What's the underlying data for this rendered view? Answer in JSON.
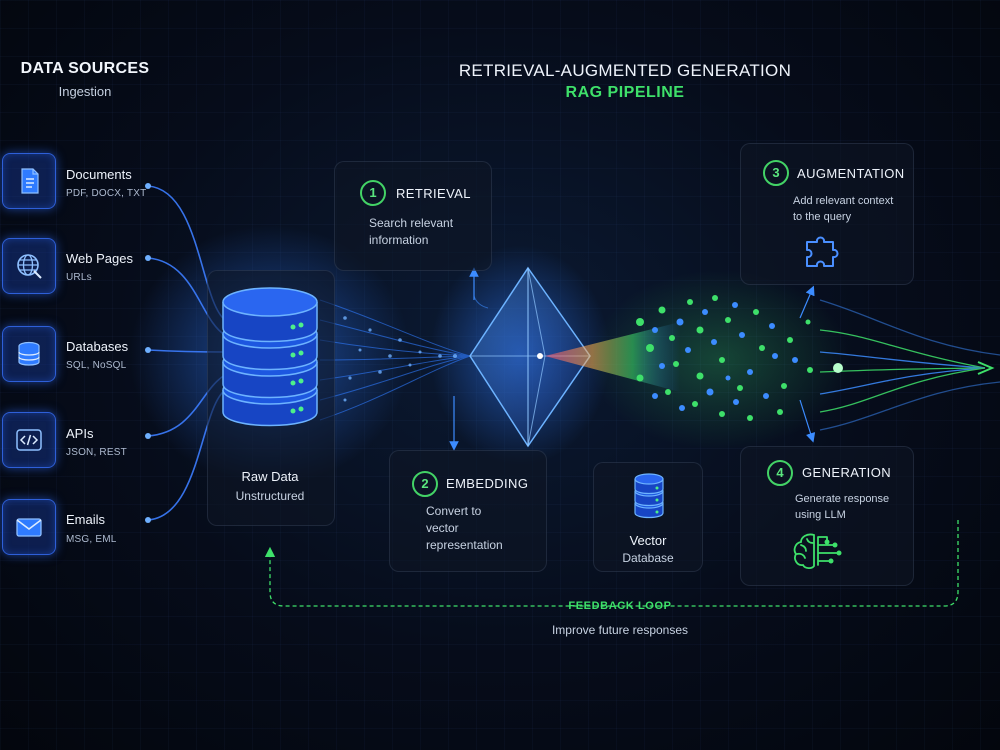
{
  "header_left": {
    "title": "DATA SOURCES",
    "subtitle": "Ingestion"
  },
  "header_main": {
    "title": "RETRIEVAL-AUGMENTED GENERATION",
    "subtitle": "RAG PIPELINE"
  },
  "sources": [
    {
      "title": "Documents",
      "sub": "PDF, DOCX, TXT",
      "icon": "document-icon"
    },
    {
      "title": "Web Pages",
      "sub": "URLs",
      "icon": "globe-icon"
    },
    {
      "title": "Databases",
      "sub": "SQL, NoSQL",
      "icon": "database-icon"
    },
    {
      "title": "APIs",
      "sub": "JSON, REST",
      "icon": "code-icon"
    },
    {
      "title": "Emails",
      "sub": "MSG, EML",
      "icon": "envelope-icon"
    }
  ],
  "raw_data": {
    "title": "Raw Data",
    "sub": "Unstructured"
  },
  "steps": {
    "retrieval": {
      "num": "1",
      "title": "RETRIEVAL",
      "desc_l1": "Search relevant",
      "desc_l2": "information"
    },
    "embedding": {
      "num": "2",
      "title": "EMBEDDING",
      "desc_l1": "Convert to",
      "desc_l2": "vector",
      "desc_l3": "representation"
    },
    "augmentation": {
      "num": "3",
      "title": "AUGMENTATION",
      "desc_l1": "Add relevant context",
      "desc_l2": "to the query",
      "icon": "puzzle-icon"
    },
    "generation": {
      "num": "4",
      "title": "GENERATION",
      "desc_l1": "Generate response",
      "desc_l2": "using LLM",
      "icon": "brain-icon"
    }
  },
  "vector_db": {
    "title": "Vector",
    "sub": "Database"
  },
  "feedback": {
    "title": "FEEDBACK LOOP",
    "desc": "Improve future responses"
  },
  "colors": {
    "accent_blue": "#2f7bff",
    "accent_green": "#3ee06a",
    "background": "#060c1a"
  }
}
